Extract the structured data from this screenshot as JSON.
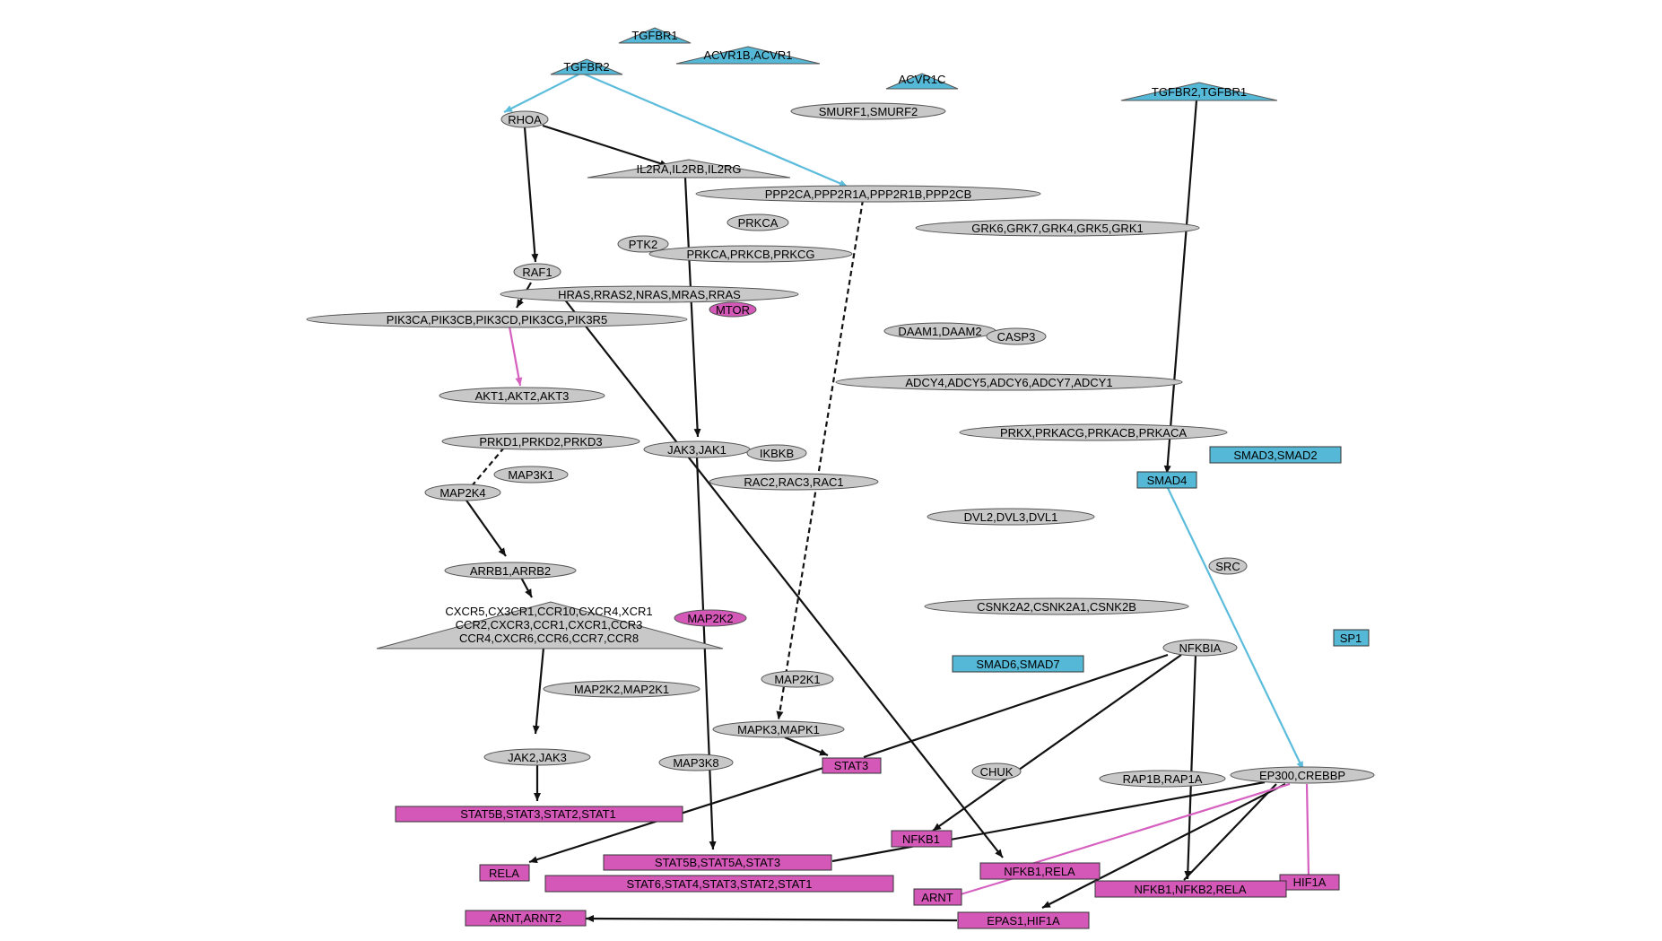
{
  "colors": {
    "gray_node": "#c8c8c8",
    "pink_node": "#d458b8",
    "blue_node": "#55b8d6",
    "black_edge": "#111111",
    "blue_edge": "#5bbcdc",
    "pink_edge": "#d660c0"
  },
  "nodes": {
    "tgfbr1": "TGFBR1",
    "acvr1b_acvr1": "ACVR1B,ACVR1",
    "tgfbr2": "TGFBR2",
    "acvr1c": "ACVR1C",
    "tgfbr2_tgfbr1": "TGFBR2,TGFBR1",
    "smurf": "SMURF1,SMURF2",
    "rhoa": "RHOA",
    "il2r": "IL2RA,IL2RB,IL2RG",
    "ppp2": "PPP2CA,PPP2R1A,PPP2R1B,PPP2CB",
    "grk": "GRK6,GRK7,GRK4,GRK5,GRK1",
    "prkca": "PRKCA",
    "ptk2": "PTK2",
    "prkc3": "PRKCA,PRKCB,PRKCG",
    "raf1": "RAF1",
    "ras": "HRAS,RRAS2,NRAS,MRAS,RRAS",
    "mtor": "MTOR",
    "pik3": "PIK3CA,PIK3CB,PIK3CD,PIK3CG,PIK3R5",
    "daam": "DAAM1,DAAM2",
    "casp3": "CASP3",
    "adcy": "ADCY4,ADCY5,ADCY6,ADCY7,ADCY1",
    "akt": "AKT1,AKT2,AKT3",
    "prkx": "PRKX,PRKACG,PRKACB,PRKACA",
    "prkd": "PRKD1,PRKD2,PRKD3",
    "jak3jak1": "JAK3,JAK1",
    "ikbkb": "IKBKB",
    "smad3smad2": "SMAD3,SMAD2",
    "map3k1": "MAP3K1",
    "rac": "RAC2,RAC3,RAC1",
    "smad4": "SMAD4",
    "map2k4": "MAP2K4",
    "dvl": "DVL2,DVL3,DVL1",
    "src": "SRC",
    "arrb": "ARRB1,ARRB2",
    "cxcr_line1": "CXCR5,CX3CR1,CCR10,CXCR4,XCR1",
    "cxcr_line2": "CCR2,CXCR3,CCR1,CXCR1,CCR3",
    "cxcr_line3": "CCR4,CXCR6,CCR6,CCR7,CCR8",
    "map2k2": "MAP2K2",
    "csnk2": "CSNK2A2,CSNK2A1,CSNK2B",
    "sp1": "SP1",
    "nfkbia": "NFKBIA",
    "smad6smad7": "SMAD6,SMAD7",
    "map2k2map2k1": "MAP2K2,MAP2K1",
    "map2k1": "MAP2K1",
    "mapk3mapk1": "MAPK3,MAPK1",
    "jak2jak3": "JAK2,JAK3",
    "map3k8": "MAP3K8",
    "stat3": "STAT3",
    "chuk": "CHUK",
    "rap1": "RAP1B,RAP1A",
    "ep300": "EP300,CREBBP",
    "stat5b_set1": "STAT5B,STAT3,STAT2,STAT1",
    "nfkb1": "NFKB1",
    "rela": "RELA",
    "stat5b_set2": "STAT5B,STAT5A,STAT3",
    "nfkb1rela": "NFKB1,RELA",
    "stat6": "STAT6,STAT4,STAT3,STAT2,STAT1",
    "hif1a": "HIF1A",
    "nfkb_set": "NFKB1,NFKB2,RELA",
    "arnt": "ARNT",
    "arnt_arnt2": "ARNT,ARNT2",
    "epas1": "EPAS1,HIF1A"
  }
}
